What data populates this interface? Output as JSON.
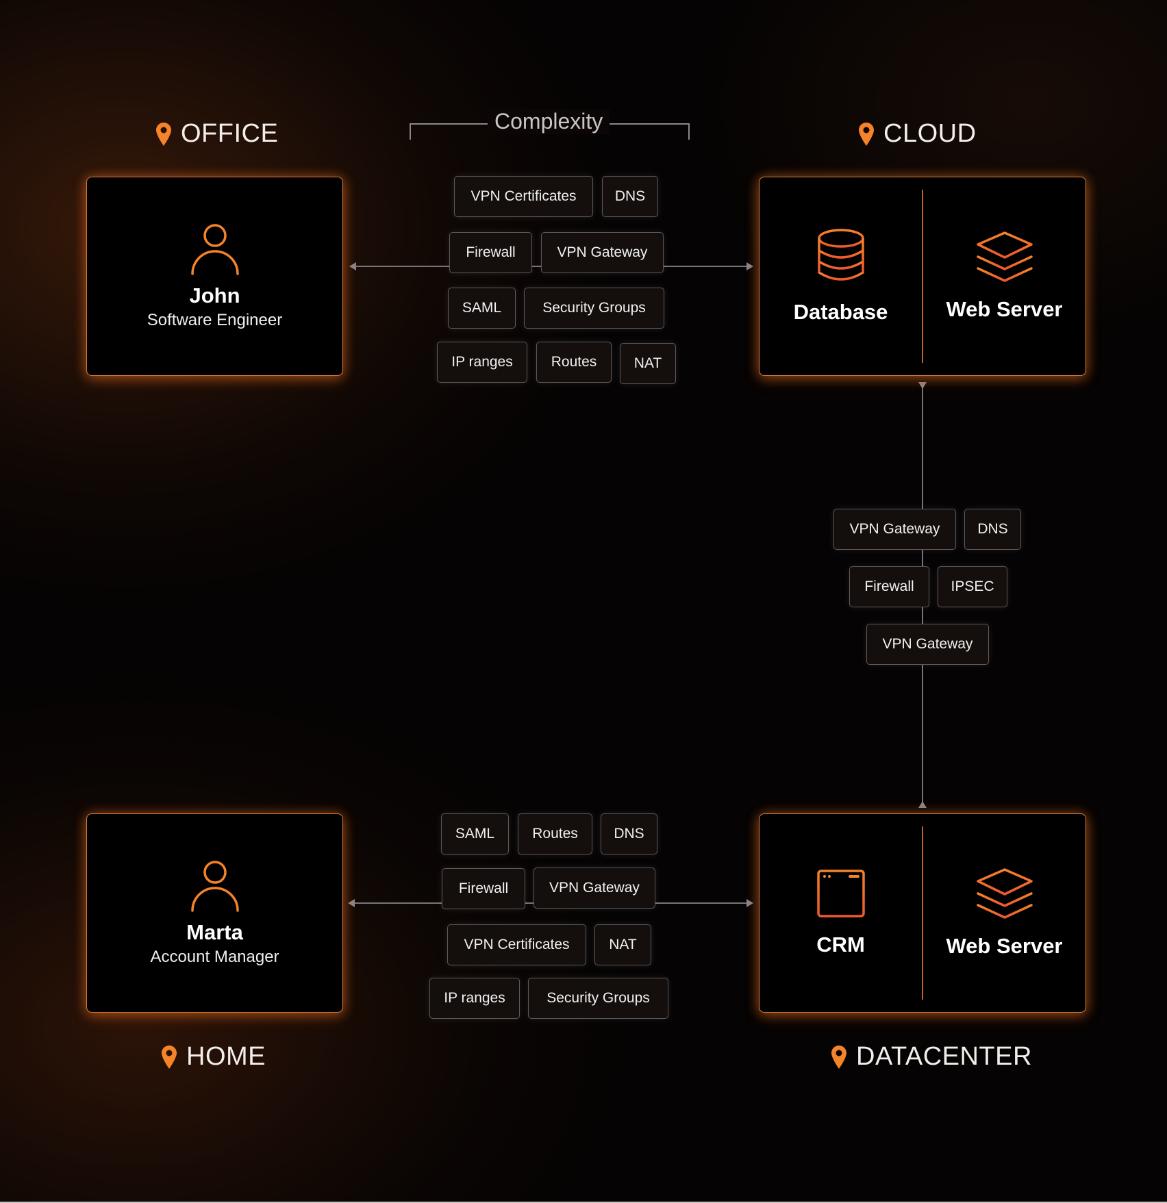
{
  "accent_color": "#F5832A",
  "complexity_label": "Complexity",
  "locations": {
    "office": "OFFICE",
    "cloud": "CLOUD",
    "home": "HOME",
    "datacenter": "DATACENTER"
  },
  "nodes": {
    "office_user": {
      "icon": "person-icon",
      "name": "John",
      "role": "Software Engineer"
    },
    "home_user": {
      "icon": "person-icon",
      "name": "Marta",
      "role": "Account Manager"
    },
    "cloud": {
      "services": [
        {
          "icon": "database-icon",
          "label": "Database"
        },
        {
          "icon": "layers-icon",
          "label": "Web Server"
        }
      ]
    },
    "datacenter": {
      "services": [
        {
          "icon": "browser-window-icon",
          "label": "CRM"
        },
        {
          "icon": "layers-icon",
          "label": "Web Server"
        }
      ]
    }
  },
  "connections": {
    "office_to_cloud": {
      "tags": [
        "VPN Certificates",
        "DNS",
        "Firewall",
        "VPN Gateway",
        "SAML",
        "Security Groups",
        "IP ranges",
        "Routes",
        "NAT"
      ]
    },
    "cloud_to_datacenter": {
      "tags": [
        "VPN Gateway",
        "DNS",
        "Firewall",
        "IPSEC",
        "VPN Gateway"
      ]
    },
    "home_to_datacenter": {
      "tags": [
        "SAML",
        "Routes",
        "DNS",
        "Firewall",
        "VPN Gateway",
        "VPN Certificates",
        "NAT",
        "IP ranges",
        "Security Groups"
      ]
    }
  }
}
